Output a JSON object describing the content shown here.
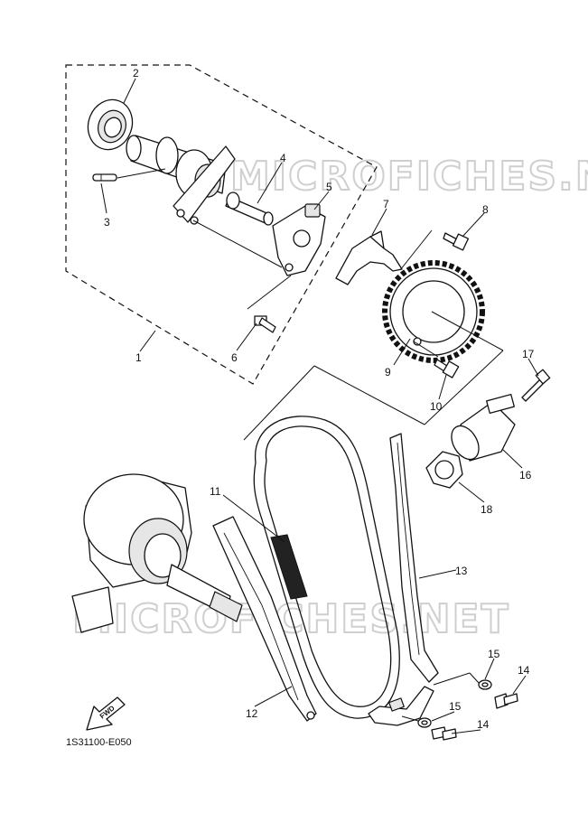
{
  "callouts": {
    "c1": "1",
    "c2": "2",
    "c3": "3",
    "c4": "4",
    "c5": "5",
    "c6": "6",
    "c7": "7",
    "c8": "8",
    "c9": "9",
    "c10": "10",
    "c11": "11",
    "c12": "12",
    "c13": "13",
    "c14a": "14",
    "c14b": "14",
    "c15a": "15",
    "c15b": "15",
    "c16": "16",
    "c17": "17",
    "c18": "18"
  },
  "watermark": {
    "top": "MICROFICHES.NET",
    "bottom": "MICROFICHES.NET"
  },
  "fwd_label": "FWD",
  "diagram_code": "1S31100-E050"
}
